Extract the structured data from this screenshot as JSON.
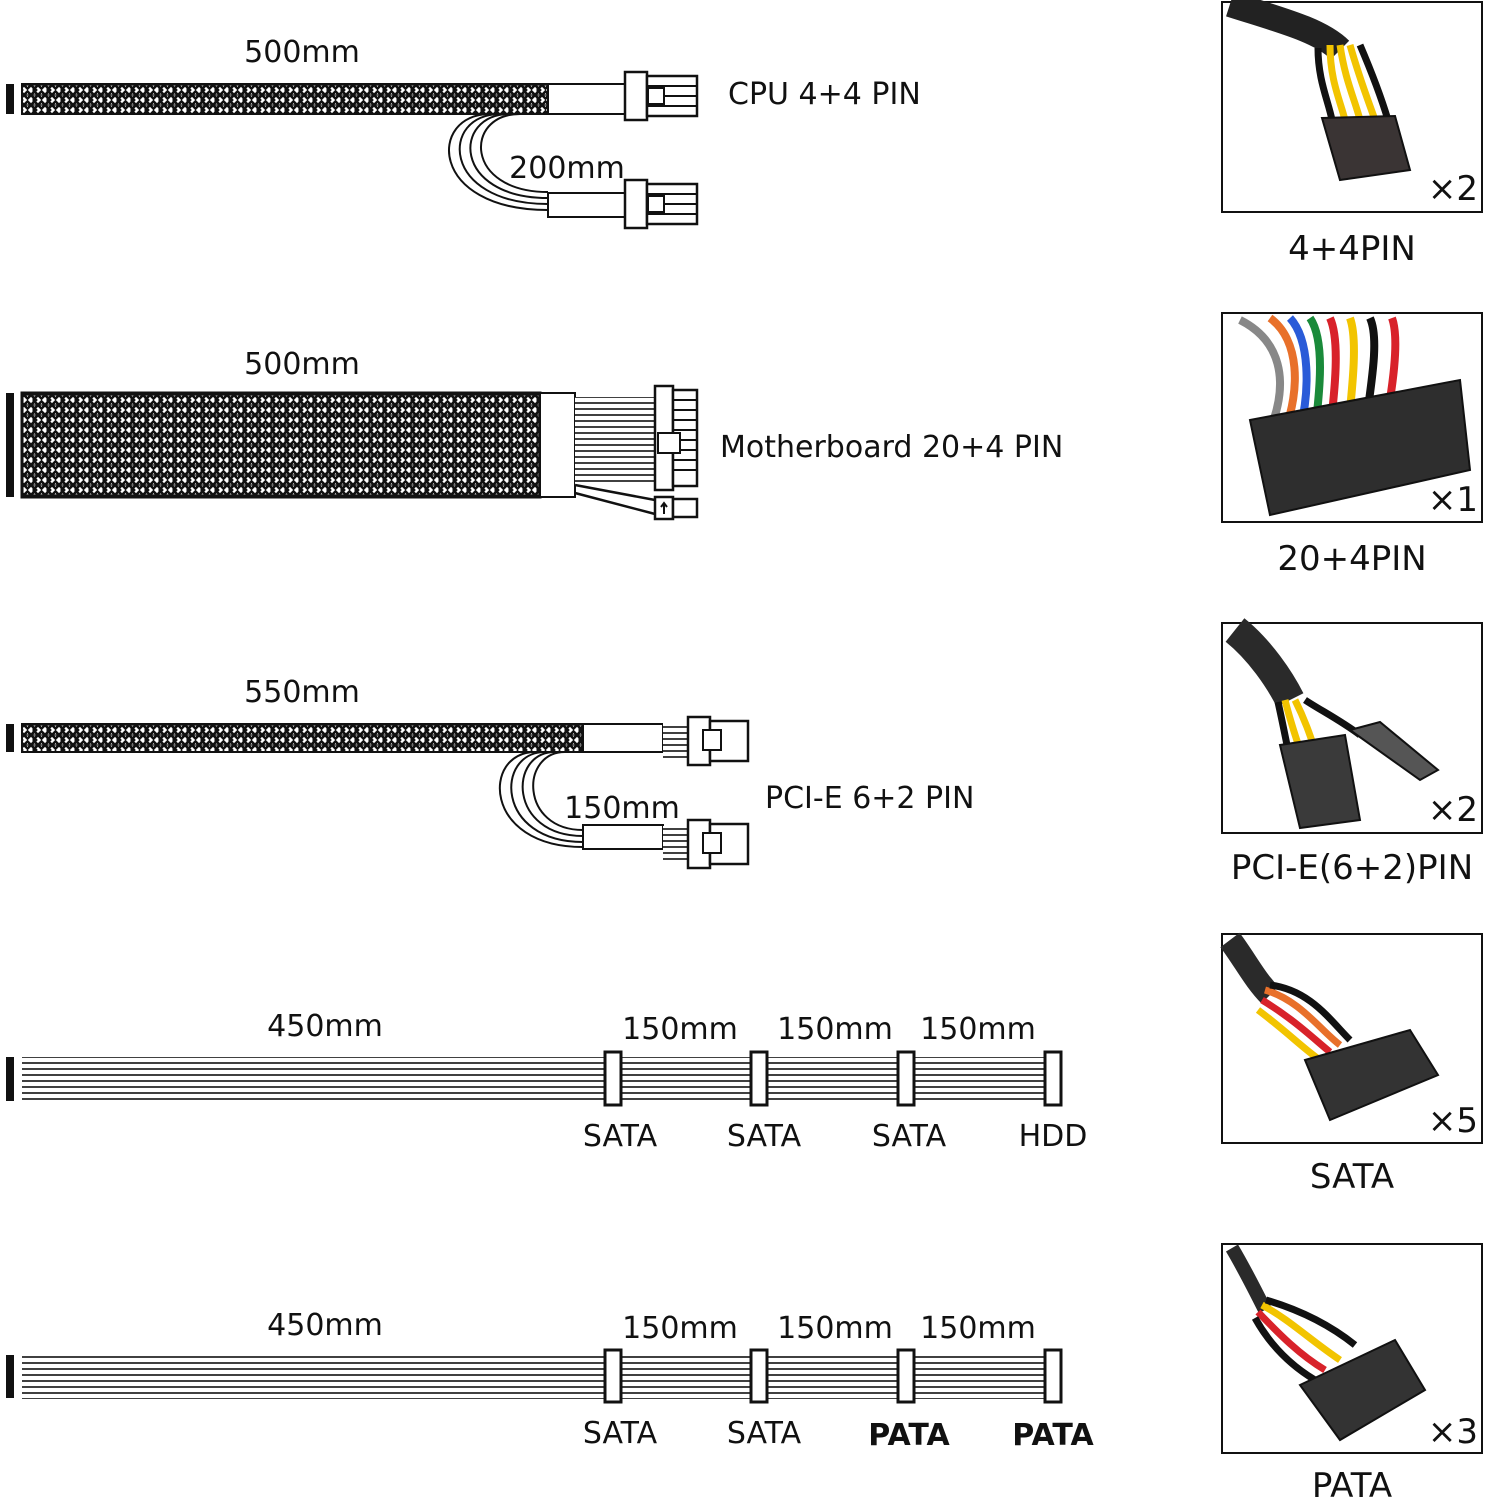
{
  "cables": [
    {
      "name": "CPU 4+4 PIN",
      "main_length": "500mm",
      "branch_length": "200mm"
    },
    {
      "name": "Motherboard 20+4 PIN",
      "main_length": "500mm"
    },
    {
      "name": "PCI-E 6+2 PIN",
      "main_length": "550mm",
      "branch_length": "150mm"
    },
    {
      "main_length": "450mm",
      "segment_lengths": [
        "150mm",
        "150mm",
        "150mm"
      ],
      "connectors": [
        "SATA",
        "SATA",
        "SATA",
        "HDD"
      ]
    },
    {
      "main_length": "450mm",
      "segment_lengths": [
        "150mm",
        "150mm",
        "150mm"
      ],
      "connectors": [
        "SATA",
        "SATA",
        "PATA",
        "PATA"
      ]
    }
  ],
  "photos": [
    {
      "caption": "4+4PIN",
      "quantity": "×2",
      "icon": "cpu-connector-photo"
    },
    {
      "caption": "20+4PIN",
      "quantity": "×1",
      "icon": "atx-connector-photo"
    },
    {
      "caption": "PCI-E(6+2)PIN",
      "quantity": "×2",
      "icon": "pcie-connector-photo"
    },
    {
      "caption": "SATA",
      "quantity": "×5",
      "icon": "sata-connector-photo"
    },
    {
      "caption": "PATA",
      "quantity": "×3",
      "icon": "pata-connector-photo"
    }
  ],
  "colors": {
    "line": "#111111",
    "yellow": "#f2c400",
    "red": "#d8222a",
    "orange": "#e8702a",
    "connector": "#2a2a2a"
  }
}
